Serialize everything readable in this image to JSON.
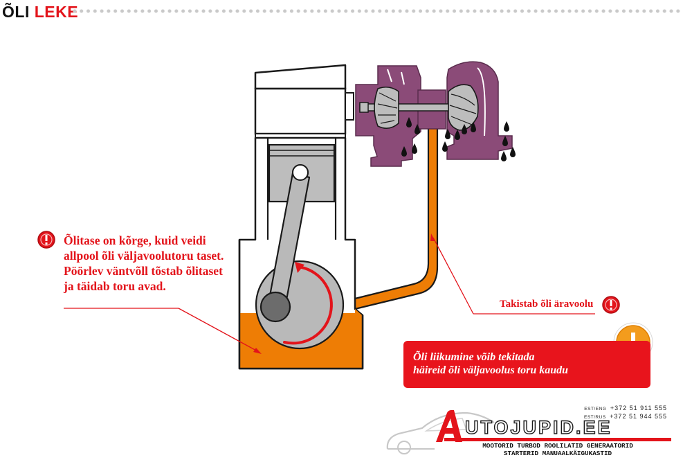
{
  "header": {
    "title_word1": "ÕLI",
    "title_word2": "LEKE"
  },
  "annotations": {
    "left_note": [
      "Õlitase on kõrge, kuid veidi",
      "allpool õli väljavoolutoru taset.",
      "Pöörlev väntvõll tõstab õlitaset",
      "ja täidab toru avad."
    ],
    "right_note": "Takistab õli äravoolu",
    "red_box": [
      "Õli liikumine võib tekitada",
      "häireid õli väljavoolus toru kaudu"
    ]
  },
  "logo": {
    "phones": [
      {
        "label": "EST/ENG",
        "number": "+372 51 911 555"
      },
      {
        "label": "EST/RUS",
        "number": "+372 51 944 555"
      }
    ],
    "brand": "UTOJUPID.EE",
    "tagline": [
      "MOOTORID TURBOD ROOLILATID GENERAATORID",
      "STARTERID MANUAALKÄIGUKASTID"
    ]
  },
  "colors": {
    "accent_red": "#e3141b",
    "oil_orange": "#ee7d05",
    "turbo_purple": "#8b4b78",
    "metal_gray": "#b9b9b9",
    "dark_gray": "#6c6c6c"
  }
}
